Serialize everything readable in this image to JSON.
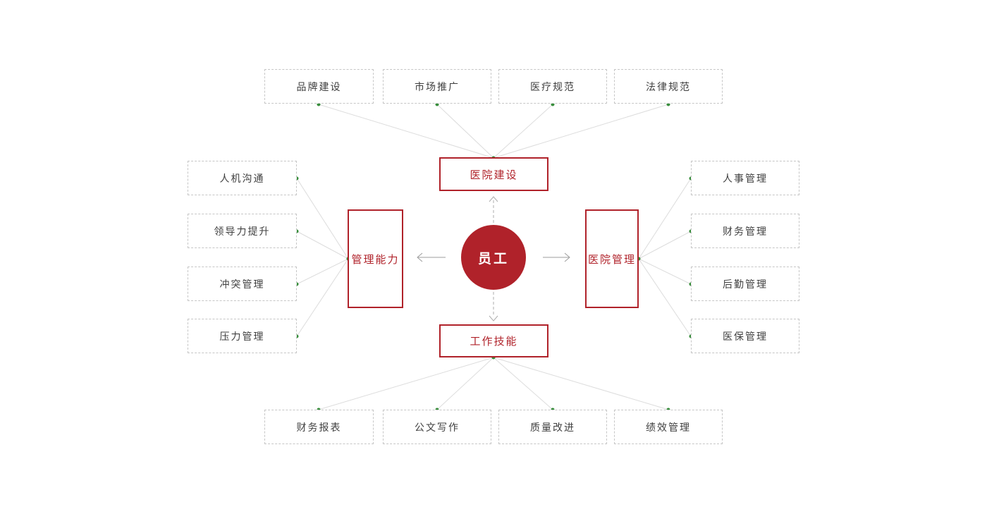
{
  "colors": {
    "accent_red": "#b0222a",
    "leaf_border_gray": "#c6c6c6",
    "leaf_text_gray": "#3f3f3f",
    "connector_line_gray": "#dcdcdc",
    "arrow_gray": "#9e9e9e",
    "dot_green": "#388e3c",
    "circle_text_white": "#ffffff"
  },
  "center": {
    "label": "员工"
  },
  "branches": {
    "top": {
      "hub_label": "医院建设",
      "leaves": [
        "品牌建设",
        "市场推广",
        "医疗规范",
        "法律规范"
      ]
    },
    "left": {
      "hub_label": "管理能力",
      "leaves": [
        "人机沟通",
        "领导力提升",
        "冲突管理",
        "压力管理"
      ]
    },
    "right": {
      "hub_label": "医院管理",
      "leaves": [
        "人事管理",
        "财务管理",
        "后勤管理",
        "医保管理"
      ]
    },
    "bottom": {
      "hub_label": "工作技能",
      "leaves": [
        "财务报表",
        "公文写作",
        "质量改进",
        "绩效管理"
      ]
    }
  }
}
